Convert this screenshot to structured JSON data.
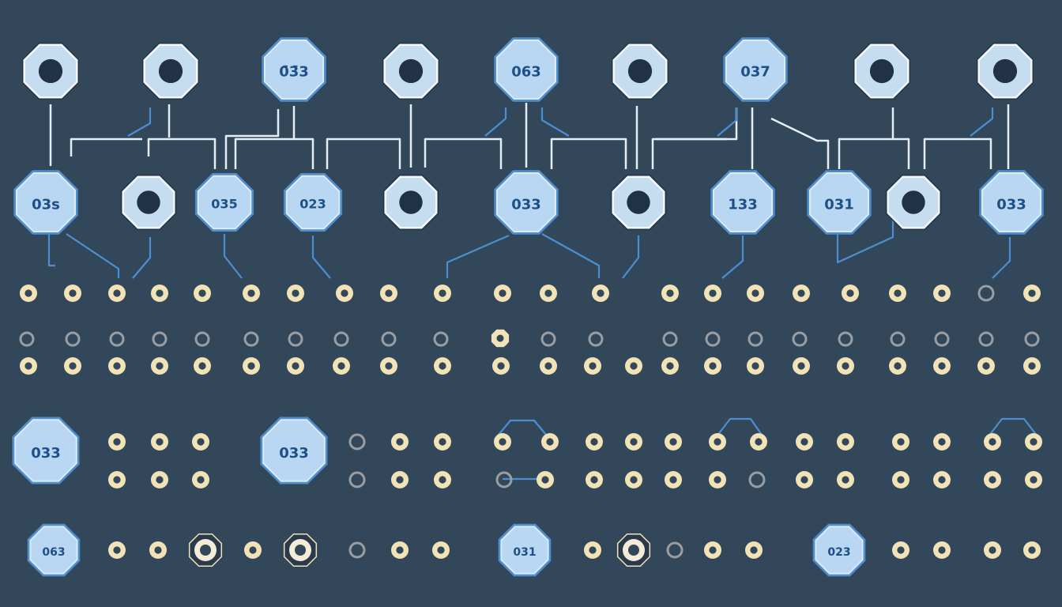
{
  "colors": {
    "background": "#33475b",
    "wire_white": "#e6eef6",
    "wire_blue": "#4b8fd1",
    "nut_fill": "#c6dcf0",
    "nut_edge": "#223246",
    "node_fill": "#b9d7f3",
    "node_edge": "#4f8fcf",
    "label_text": "#1e4f86",
    "pad_gold": "#f2e2b8",
    "pad_gray": "#9a9ea2"
  },
  "row_top": [
    {
      "kind": "nut"
    },
    {
      "kind": "nut"
    },
    {
      "kind": "node",
      "label": "0̄3̄3"
    },
    {
      "kind": "nut"
    },
    {
      "kind": "node",
      "label": "063"
    },
    {
      "kind": "nut"
    },
    {
      "kind": "node",
      "label": "037"
    },
    {
      "kind": "nut"
    },
    {
      "kind": "nut"
    }
  ],
  "row_mid": [
    {
      "kind": "node",
      "label": "03s"
    },
    {
      "kind": "nut"
    },
    {
      "kind": "node",
      "label": "035"
    },
    {
      "kind": "node",
      "label": "023"
    },
    {
      "kind": "nut"
    },
    {
      "kind": "node",
      "label": "033"
    },
    {
      "kind": "nut"
    },
    {
      "kind": "node",
      "label": "133"
    },
    {
      "kind": "node",
      "label": "031"
    },
    {
      "kind": "nut"
    },
    {
      "kind": "node",
      "label": "033"
    }
  ],
  "row_low": [
    {
      "label": "033"
    },
    {
      "label": "033"
    }
  ],
  "row_bottom": [
    {
      "label": "063"
    },
    {
      "label": "031"
    },
    {
      "label": "023"
    }
  ]
}
